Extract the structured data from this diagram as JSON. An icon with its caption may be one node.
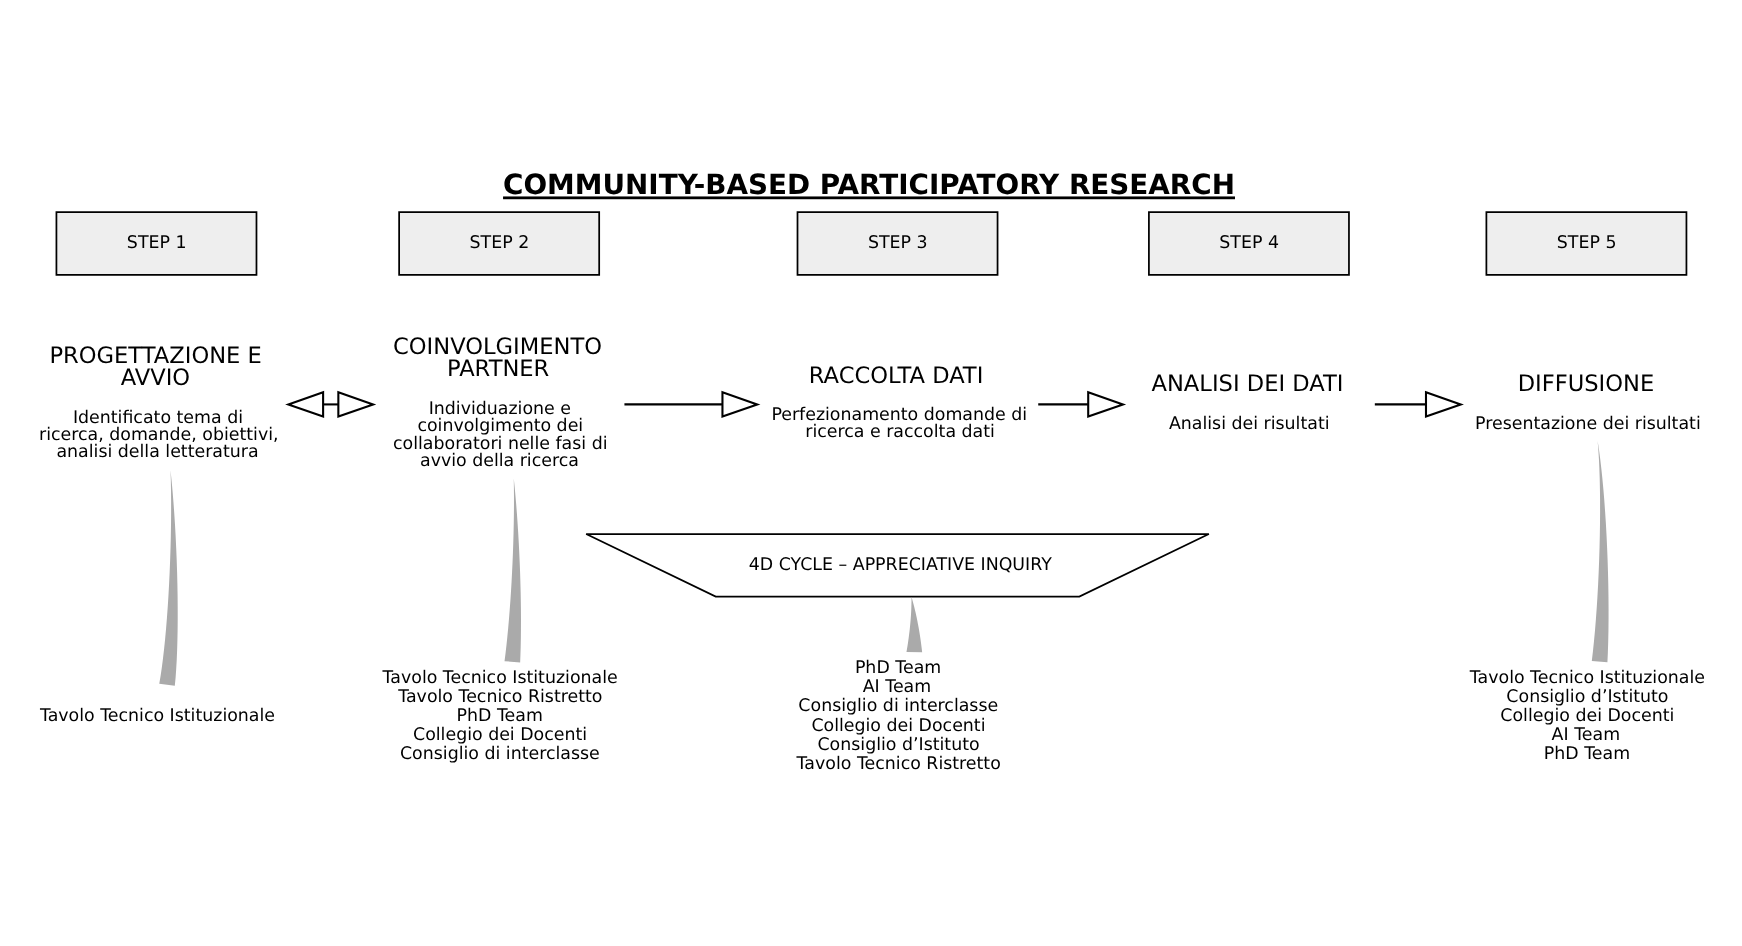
{
  "diagram": {
    "title": "COMMUNITY-BASED PARTICIPATORY RESEARCH",
    "nodes": [
      {
        "text": [
          "STEP 1"
        ]
      },
      {
        "text": [
          "STEP 2"
        ]
      },
      {
        "text": [
          "STEP 3"
        ]
      },
      {
        "text": [
          "STEP 4"
        ]
      },
      {
        "text": [
          "STEP 5"
        ]
      },
      {
        "text": [
          "PROGETTAZIONE E AVVIO",
          "Identificato tema di ricerca, domande, obiettivi, analisi della letteratura"
        ]
      },
      {
        "text": [
          "COINVOLGIMENTO PARTNER",
          "Individuazione e coinvolgimento dei collaboratori nelle fasi di avvio della ricerca"
        ]
      },
      {
        "text": [
          "RACCOLTA DATI",
          "Perfezionamento domande di ricerca e raccolta dati"
        ]
      },
      {
        "text": [
          "ANALISI DEI DATI",
          "Analisi dei risultati"
        ]
      },
      {
        "text": [
          "DIFFUSIONE",
          "Presentazione dei risultati"
        ]
      },
      {
        "text": [
          "4D CYCLE – APPRECIATIVE INQUIRY"
        ]
      },
      {
        "text": [
          "Tavolo Tecnico Istituzionale"
        ]
      },
      {
        "text": [
          "Tavolo Tecnico Istituzionale",
          "Tavolo Tecnico Ristretto",
          "PhD Team",
          "Collegio dei Docenti",
          "Consiglio di interclasse"
        ]
      },
      {
        "text": [
          "PhD Team",
          "AI Team",
          "Consiglio di interclasse",
          "Collegio dei Docenti",
          "Consiglio d’Istituto",
          "Tavolo Tecnico Ristretto"
        ]
      },
      {
        "text": [
          "Tavolo Tecnico Istituzionale",
          "Consiglio d’Istituto",
          "Collegio dei Docenti",
          "AI Team",
          "PhD Team"
        ]
      }
    ],
    "edges": [
      {
        "from": 5,
        "to": 6,
        "arrow": "both"
      },
      {
        "from": 6,
        "to": 7,
        "arrow": "to"
      },
      {
        "from": 7,
        "to": 8,
        "arrow": "to"
      },
      {
        "from": 8,
        "to": 9,
        "arrow": "to"
      },
      {
        "from": 5,
        "to": 11,
        "arrow": "none",
        "style": "thick"
      },
      {
        "from": 6,
        "to": 12,
        "arrow": "none",
        "style": "thick"
      },
      {
        "from": 10,
        "to": 13,
        "arrow": "none",
        "style": "thick"
      },
      {
        "from": 9,
        "to": 14,
        "arrow": "none",
        "style": "thick"
      }
    ]
  }
}
